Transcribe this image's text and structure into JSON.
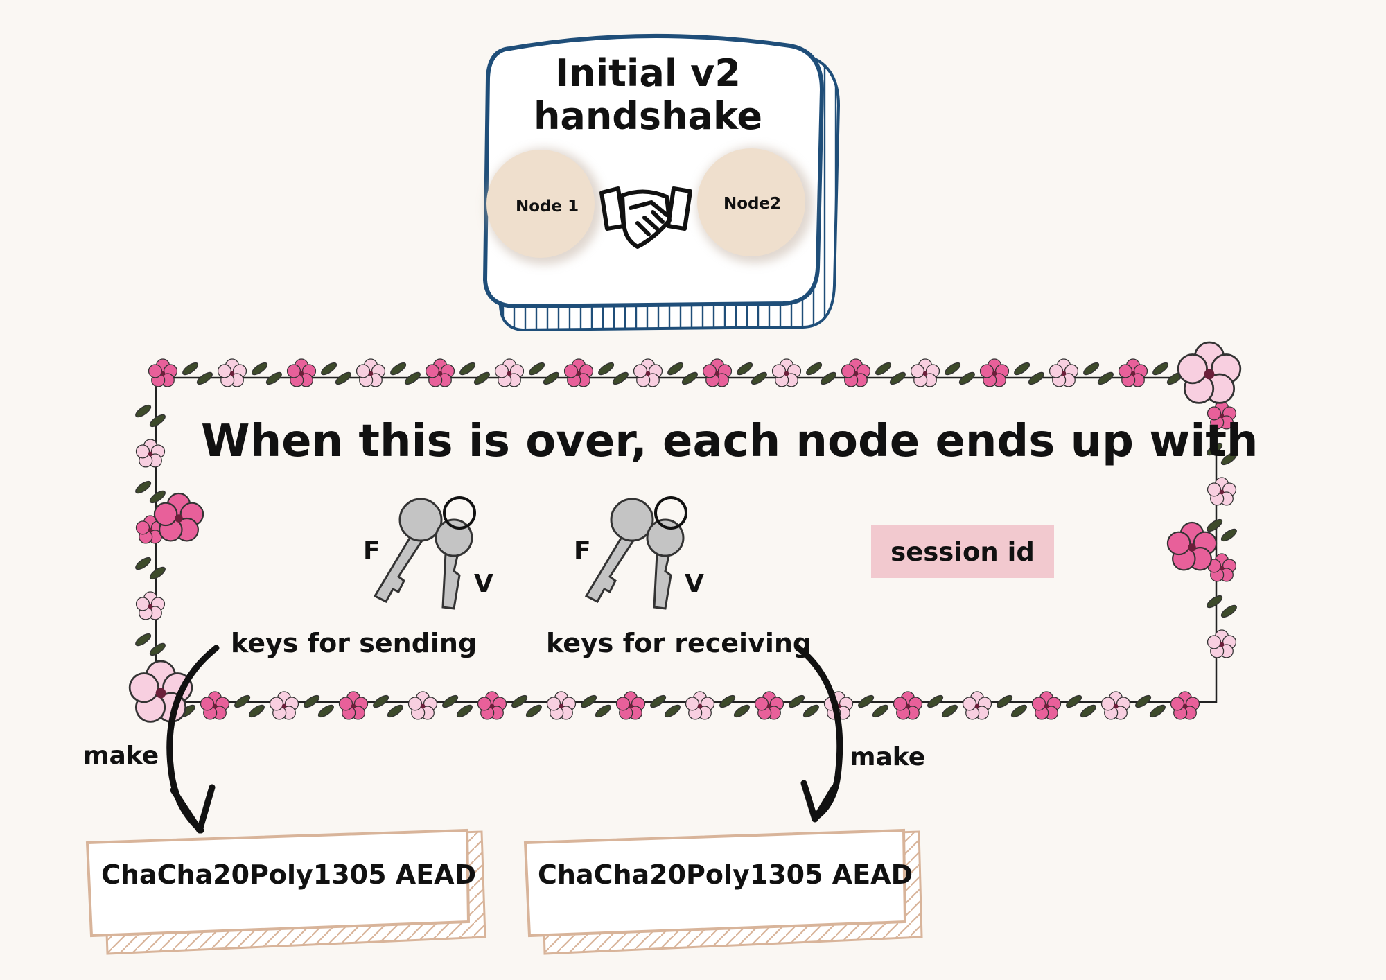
{
  "handshake": {
    "title_line1": "Initial v2",
    "title_line2": "handshake",
    "node1": "Node 1",
    "node2": "Node2"
  },
  "outcome": {
    "headline": "When this is over, each node ends up with",
    "send_keys": {
      "letter_f": "F",
      "letter_v": "V",
      "label": "keys for sending"
    },
    "recv_keys": {
      "letter_f": "F",
      "letter_v": "V",
      "label": "keys for receiving"
    },
    "session_id": "session id"
  },
  "arrows": {
    "left_label": "make",
    "right_label": "make"
  },
  "aead": {
    "left": "ChaCha20Poly1305 AEAD",
    "right": "ChaCha20Poly1305 AEAD"
  },
  "colors": {
    "card_border": "#1f4e79",
    "node_circle": "#efdfcd",
    "session_bg": "#f2c9cf",
    "aead_border": "#d8b49a",
    "flower_pink": "#e8609a",
    "flower_light": "#f8cfe0",
    "leaf": "#3d4a2a",
    "key_gray": "#b9b9b9"
  }
}
